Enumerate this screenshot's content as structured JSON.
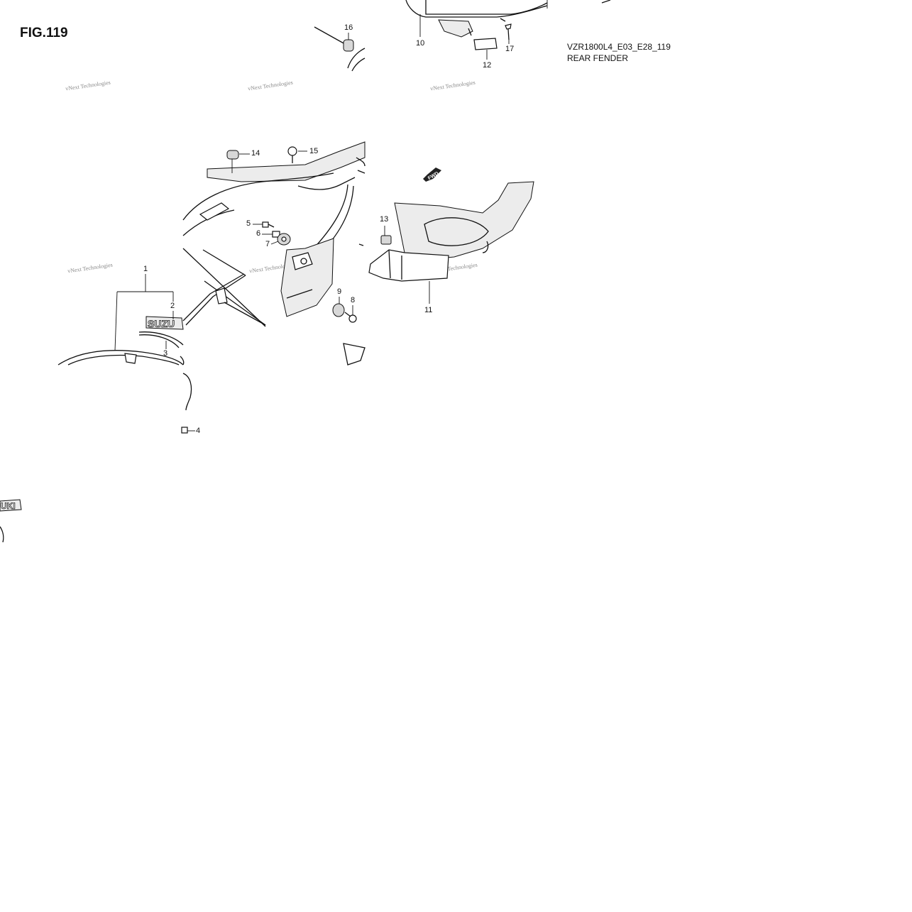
{
  "figure": {
    "title": "FIG.119",
    "code": "VZR1800L4_E03_E28_119",
    "name": "REAR FENDER"
  },
  "watermark": "vNext Technologies",
  "labels": {
    "suzuki_emblem": "SUZU",
    "suzuki_fragment": "UKI",
    "fwd_arrow": "FWD"
  },
  "callouts": [
    "1",
    "2",
    "3",
    "4",
    "5",
    "6",
    "7",
    "8",
    "9",
    "10",
    "11",
    "12",
    "13",
    "14",
    "15",
    "16",
    "17"
  ]
}
